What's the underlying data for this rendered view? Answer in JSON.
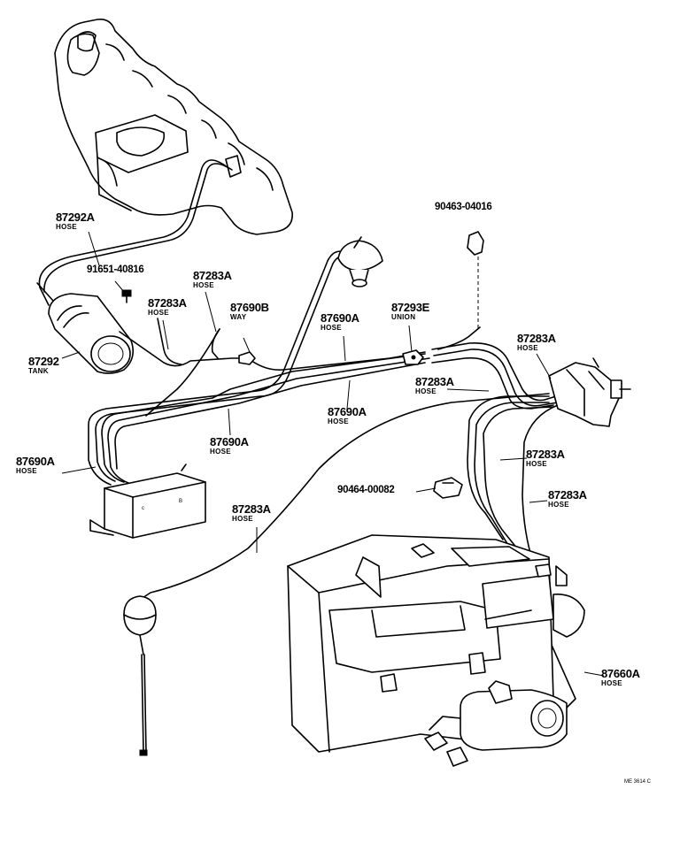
{
  "labels": [
    {
      "pn": "87292A",
      "sub": "HOSE"
    },
    {
      "pn": "91651-40816",
      "sub": ""
    },
    {
      "pn": "87283A",
      "sub": "HOSE"
    },
    {
      "pn": "87283A",
      "sub": "HOSE"
    },
    {
      "pn": "87690B",
      "sub": "WAY"
    },
    {
      "pn": "87292",
      "sub": "TANK"
    },
    {
      "pn": "87690A",
      "sub": "HOSE"
    },
    {
      "pn": "87293E",
      "sub": "UNION"
    },
    {
      "pn": "90463-04016",
      "sub": ""
    },
    {
      "pn": "87283A",
      "sub": "HOSE"
    },
    {
      "pn": "87283A",
      "sub": "HOSE"
    },
    {
      "pn": "87690A",
      "sub": "HOSE"
    },
    {
      "pn": "87690A",
      "sub": "HOSE"
    },
    {
      "pn": "87690A",
      "sub": "HOSE"
    },
    {
      "pn": "87283A",
      "sub": "HOSE"
    },
    {
      "pn": "90464-00082",
      "sub": ""
    },
    {
      "pn": "87283A",
      "sub": "HOSE"
    },
    {
      "pn": "87283A",
      "sub": "HOSE"
    },
    {
      "pn": "87660A",
      "sub": "HOSE"
    }
  ],
  "figure_code": "ME 3614 C"
}
